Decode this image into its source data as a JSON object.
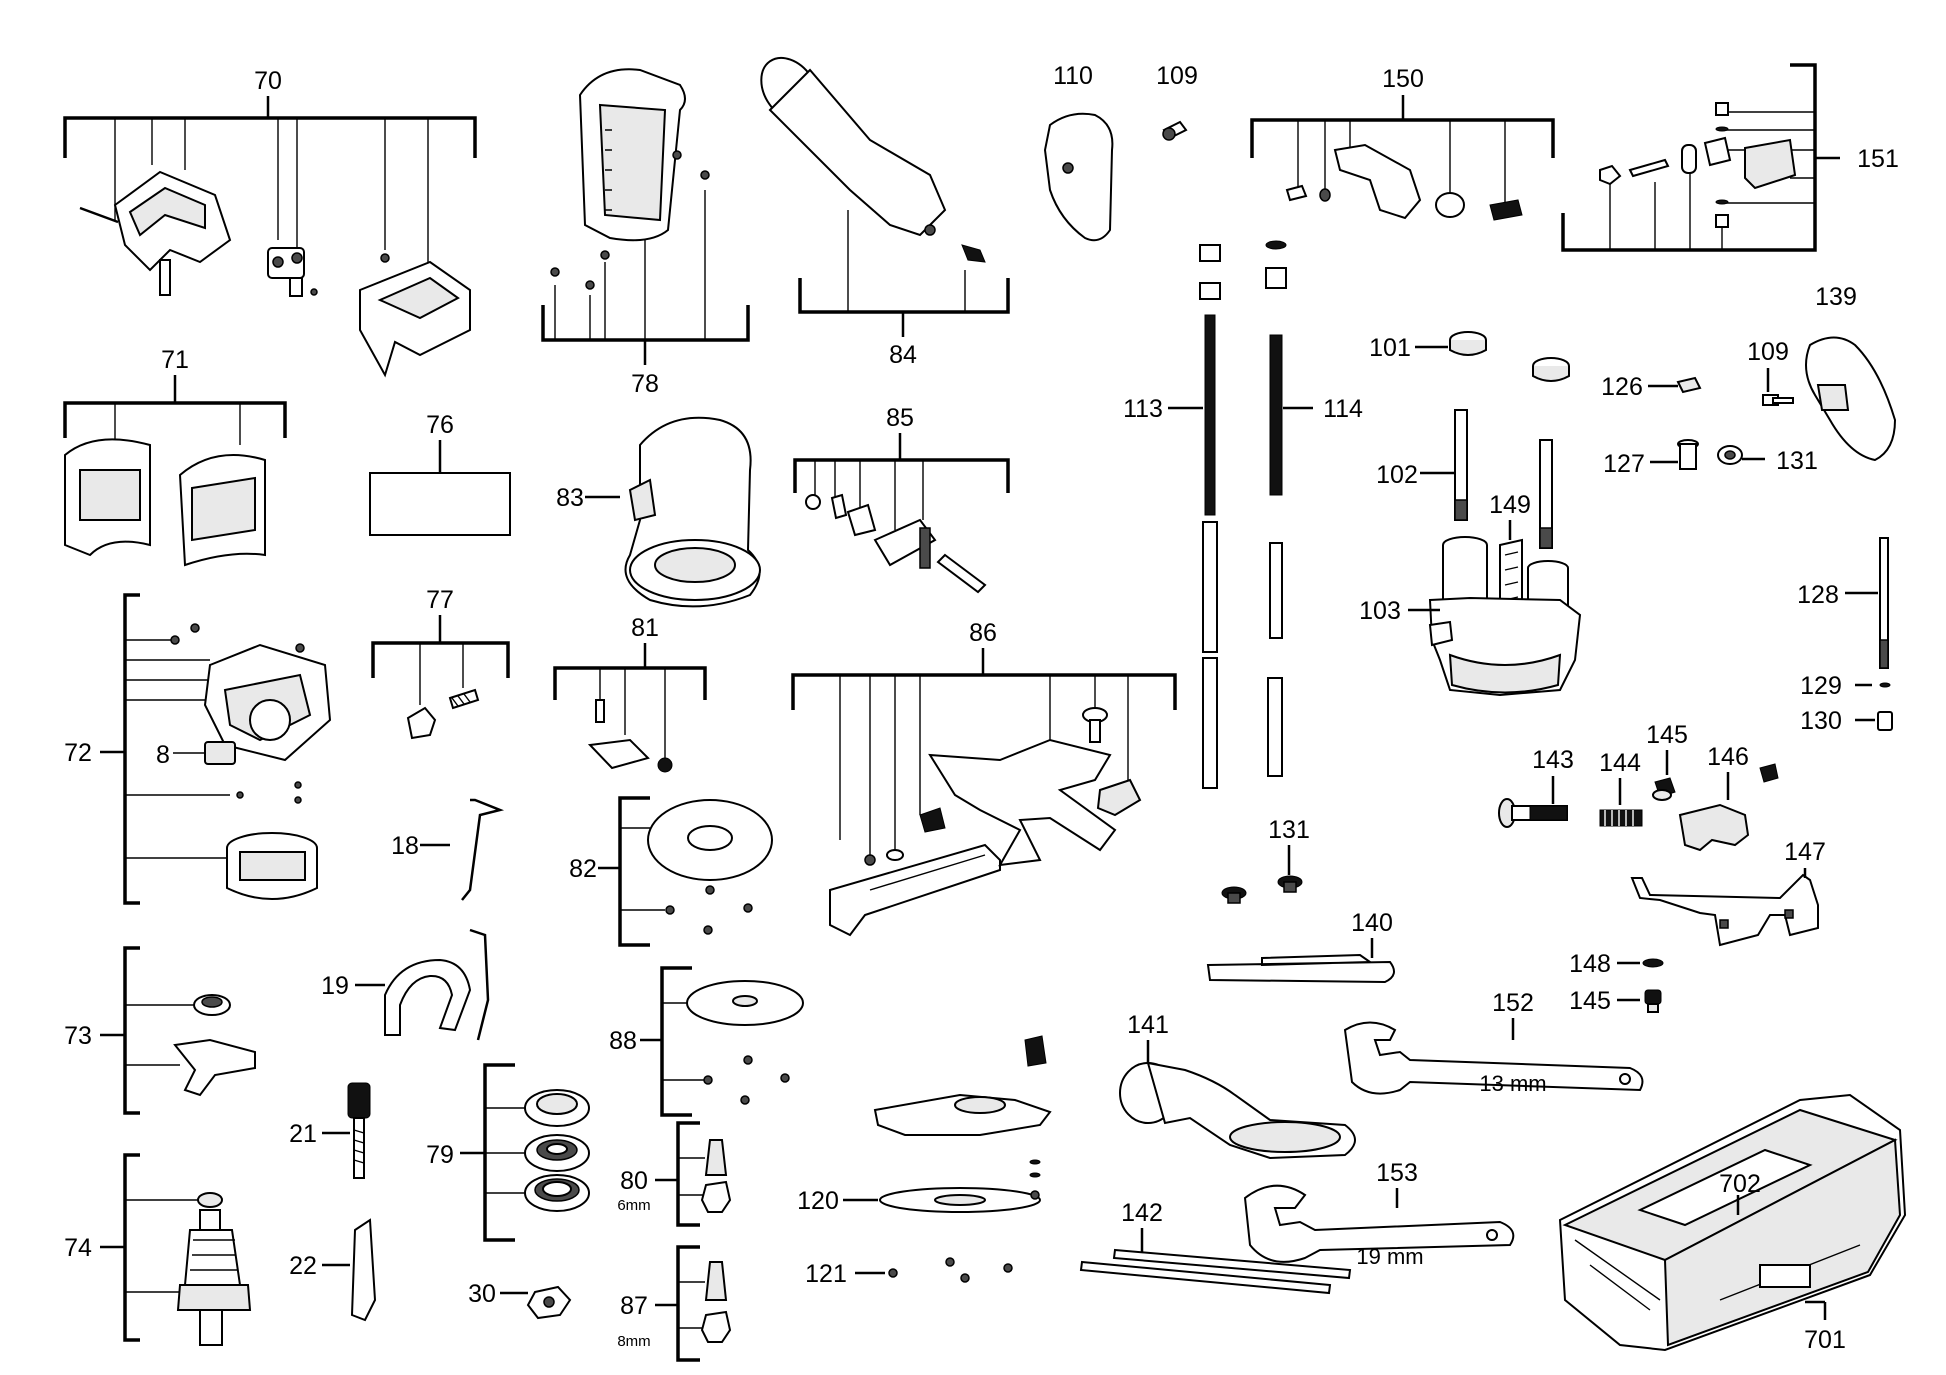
{
  "labels": {
    "p70": "70",
    "p71": "71",
    "p72": "72",
    "p8": "8",
    "p73": "73",
    "p74": "74",
    "p76": "76",
    "p77": "77",
    "p18": "18",
    "p19": "19",
    "p21": "21",
    "p22": "22",
    "p30": "30",
    "p78": "78",
    "p79": "79",
    "p80": "80",
    "p81": "81",
    "p82": "82",
    "p83": "83",
    "p84": "84",
    "p85": "85",
    "p86": "86",
    "p87": "87",
    "p88": "88",
    "p101": "101",
    "p102": "102",
    "p103": "103",
    "p109a": "109",
    "p109b": "109",
    "p110": "110",
    "p113": "113",
    "p114": "114",
    "p120": "120",
    "p121": "121",
    "p126": "126",
    "p127": "127",
    "p128": "128",
    "p129": "129",
    "p130": "130",
    "p131a": "131",
    "p131b": "131",
    "p139": "139",
    "p140": "140",
    "p141": "141",
    "p142": "142",
    "p143": "143",
    "p144": "144",
    "p145a": "145",
    "p145b": "145",
    "p146": "146",
    "p147": "147",
    "p148": "148",
    "p149": "149",
    "p150": "150",
    "p151": "151",
    "p152": "152",
    "p153": "153",
    "p701": "701",
    "p702": "702"
  },
  "sizes": {
    "collet_6mm": "6mm",
    "collet_8mm": "8mm",
    "wrench_13": "13 mm",
    "wrench_19": "19 mm"
  }
}
